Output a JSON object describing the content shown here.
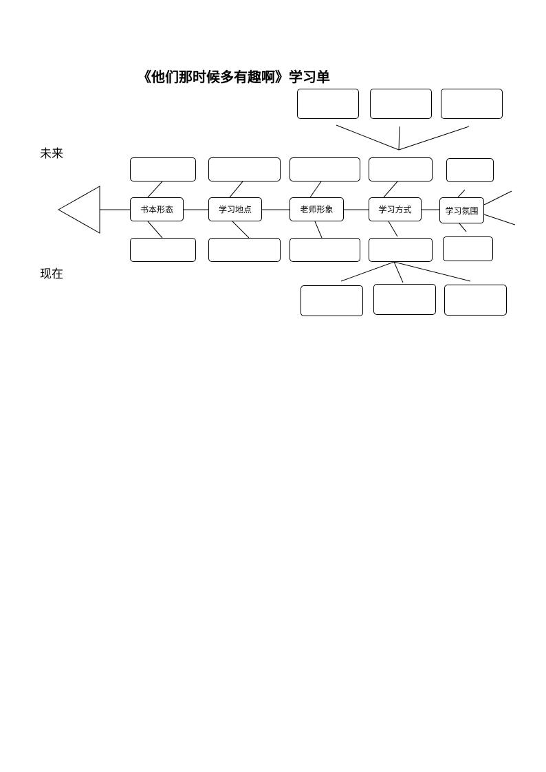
{
  "title": "《他们那时候多有趣啊》学习单",
  "labels": {
    "future": "未来",
    "present": "现在"
  },
  "spine_nodes": [
    {
      "label": "书本形态"
    },
    {
      "label": "学习地点"
    },
    {
      "label": "老师形象"
    },
    {
      "label": "学习方式"
    },
    {
      "label": "学习氛围"
    }
  ],
  "answer_boxes": {
    "top_row": [
      "",
      "",
      ""
    ],
    "upper": [
      "",
      "",
      "",
      "",
      ""
    ],
    "lower": [
      "",
      "",
      "",
      "",
      ""
    ],
    "bottom_row": [
      "",
      "",
      ""
    ]
  }
}
